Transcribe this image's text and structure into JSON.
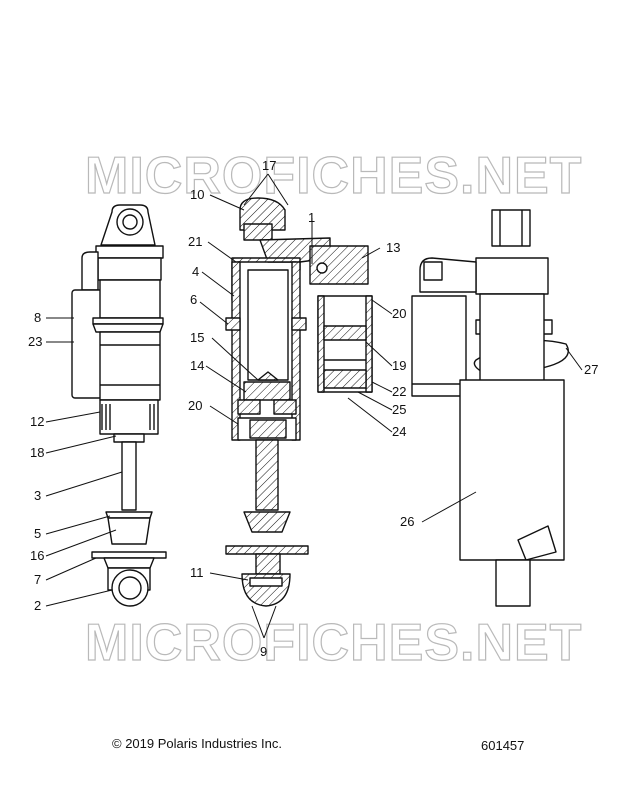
{
  "watermark": "MICROFICHES.NET",
  "callouts": {
    "c1": "1",
    "c2": "2",
    "c3": "3",
    "c4": "4",
    "c5": "5",
    "c6": "6",
    "c7": "7",
    "c8": "8",
    "c9": "9",
    "c10": "10",
    "c11": "11",
    "c12": "12",
    "c13": "13",
    "c14": "14",
    "c15": "15",
    "c16": "16",
    "c17": "17",
    "c18": "18",
    "c19": "19",
    "c20": "20",
    "c21": "21",
    "c22": "22",
    "c23": "23",
    "c24": "24",
    "c25": "25",
    "c26": "26",
    "c27": "27"
  },
  "footer": {
    "copyright": "© 2019 Polaris Industries Inc.",
    "figure_number": "601457"
  }
}
